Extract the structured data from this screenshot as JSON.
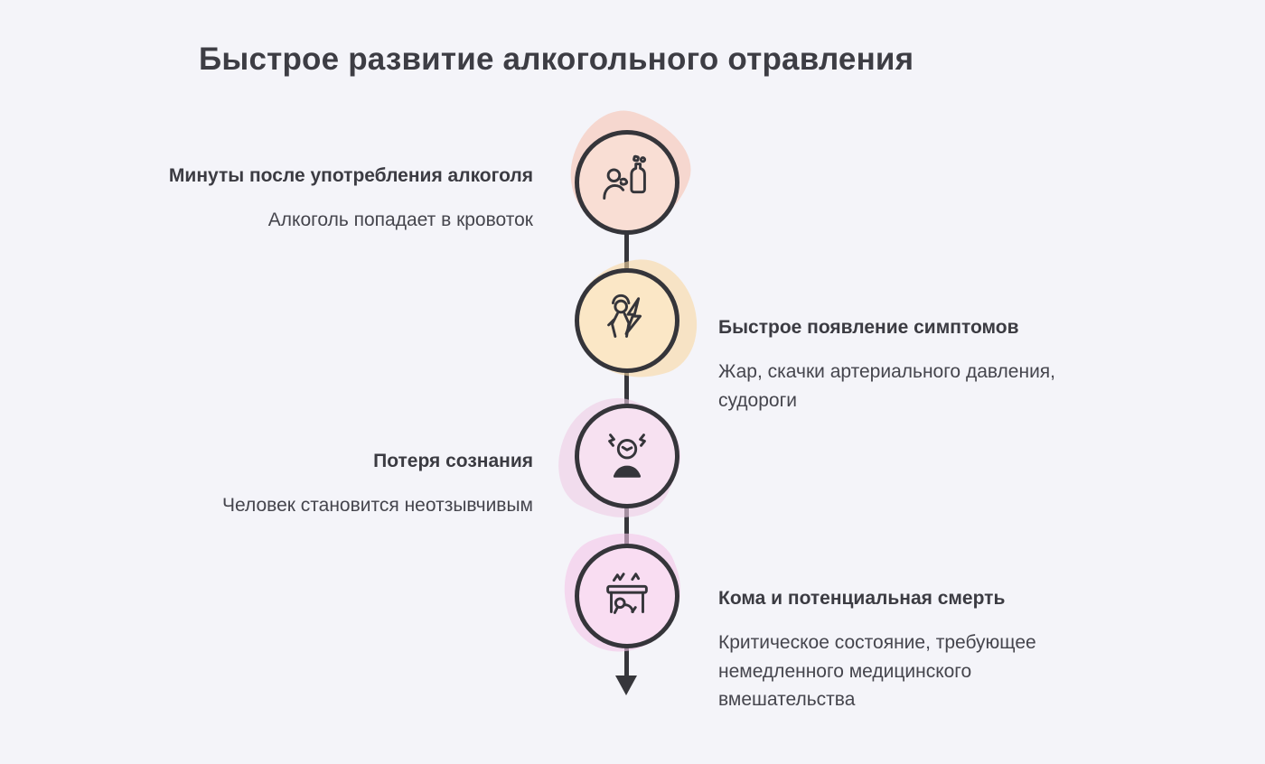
{
  "title": "Быстрое развитие алкогольного отравления",
  "colors": {
    "background": "#f4f4f9",
    "line": "#36363b",
    "heading_text": "#3b3b42",
    "body_text": "#45454d"
  },
  "timeline": {
    "direction": "top-to-bottom",
    "steps": [
      {
        "heading": "Минуты после употребления алкоголя",
        "description": "Алкоголь попадает в кровоток",
        "side": "left",
        "icon": "drinking-person-bottle-icon",
        "accent_color": "#f6c3b2",
        "fill_color": "#f9ded4"
      },
      {
        "heading": "Быстрое появление симптомов",
        "description": "Жар, скачки артериального давления, судороги",
        "side": "right",
        "icon": "person-lightning-symptoms-icon",
        "accent_color": "#f8d7a2",
        "fill_color": "#fbe7c6"
      },
      {
        "heading": "Потеря сознания",
        "description": "Человек становится неотзывчивым",
        "side": "left",
        "icon": "unconscious-person-icon",
        "accent_color": "#efcbe5",
        "fill_color": "#f7e1f1"
      },
      {
        "heading": "Кома и потенциальная смерть",
        "description": "Критическое состояние, требующее немедленного медицинского вмешательства",
        "side": "right",
        "icon": "person-collapsed-under-table-icon",
        "accent_color": "#f4c5e8",
        "fill_color": "#f9ddf2"
      }
    ]
  }
}
